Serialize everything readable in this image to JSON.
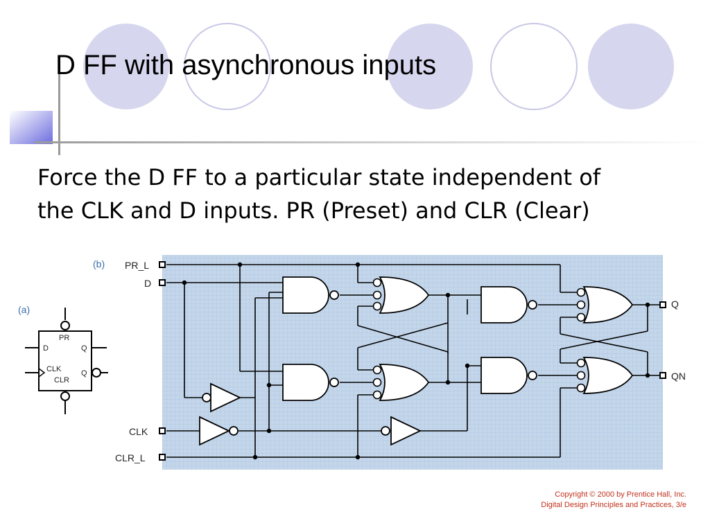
{
  "slide": {
    "title": "D FF with asynchronous inputs",
    "body_line1": "Force the D FF to a particular state independent of",
    "body_line2": "the CLK and D inputs.   PR (Preset) and CLR (Clear)"
  },
  "figure_a": {
    "tag": "(a)",
    "pin_labels": [
      "PR",
      "D",
      "Q",
      "CLK",
      "Q",
      "CLR"
    ]
  },
  "figure_b": {
    "tag": "(b)",
    "inputs": [
      "PR_L",
      "D",
      "CLK",
      "CLR_L"
    ],
    "outputs": [
      "Q",
      "QN"
    ]
  },
  "copyright": {
    "line1": "Copyright © 2000 by Prentice Hall, Inc.",
    "line2": "Digital Design Principles and Practices, 3/e"
  },
  "colors": {
    "circle_fill": "#d6d6ee",
    "circle_stroke": "#c8c8e6",
    "accent_square": "#6c6cde",
    "grid_bg": "#c4d6ea",
    "grid_line": "#a9c2de",
    "copyright_text": "#c0301c",
    "figure_tag": "#3a6ea8"
  }
}
